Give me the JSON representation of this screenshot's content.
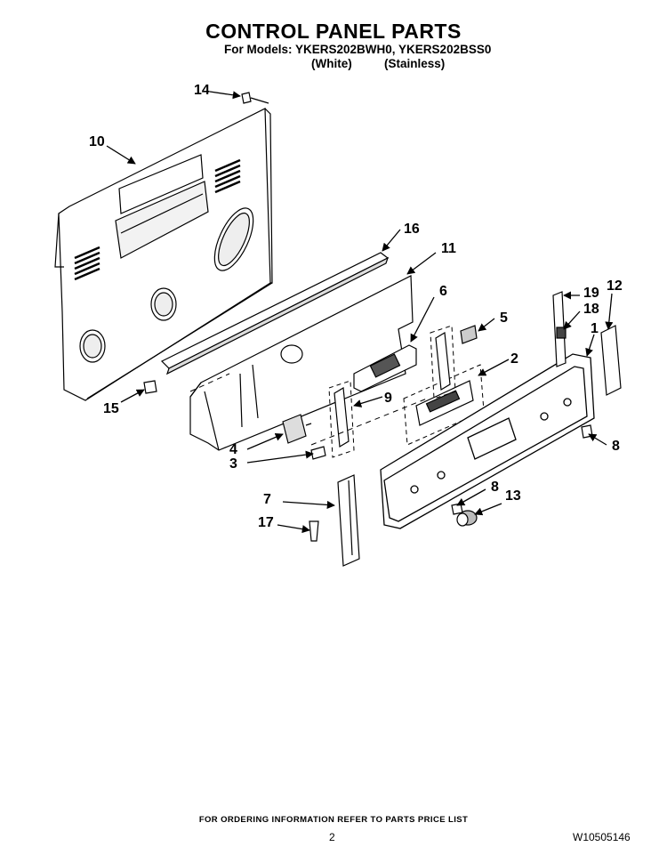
{
  "header": {
    "title": "CONTROL PANEL PARTS",
    "models_line": "For Models: YKERS202BWH0, YKERS202BSS0",
    "variant_white": "(White)",
    "variant_stainless": "(Stainless)"
  },
  "callouts": [
    "14",
    "10",
    "16",
    "11",
    "6",
    "5",
    "19",
    "12",
    "18",
    "1",
    "2",
    "15",
    "9",
    "8",
    "4",
    "3",
    "8",
    "13",
    "7",
    "17"
  ],
  "footer": {
    "ordering_note": "FOR ORDERING INFORMATION REFER TO PARTS PRICE LIST",
    "page_number": "2",
    "document_number": "W10505146"
  }
}
